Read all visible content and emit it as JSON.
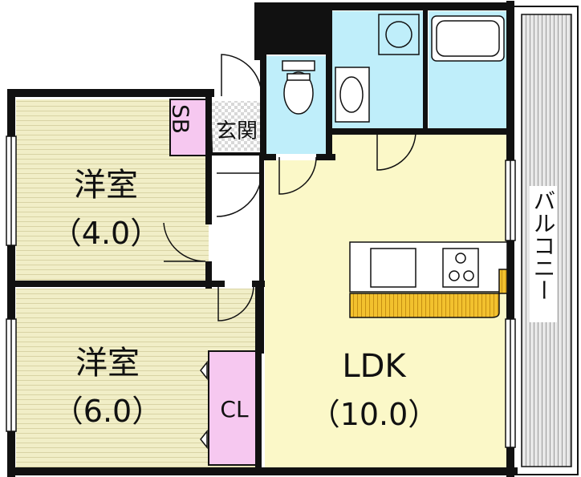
{
  "rooms": {
    "western_room_1": {
      "name": "洋室",
      "size": "（4.0）"
    },
    "western_room_2": {
      "name": "洋室",
      "size": "（6.0）"
    },
    "ldk": {
      "name": "LDK",
      "size": "（10.0）"
    },
    "shoe_box": "SB",
    "entrance": "玄関",
    "closet": "CL",
    "balcony": "バルコニー"
  },
  "colors": {
    "wall": "#111111",
    "western_floor": "#f1eec7",
    "ldk_floor": "#fbf8c8",
    "wet_area": "#bfeefa",
    "closet": "#f6c8f0",
    "shoe_box": "#f6c8f0",
    "kitchen_counter": "#f2c12e",
    "balcony": "#e8e8e8"
  }
}
